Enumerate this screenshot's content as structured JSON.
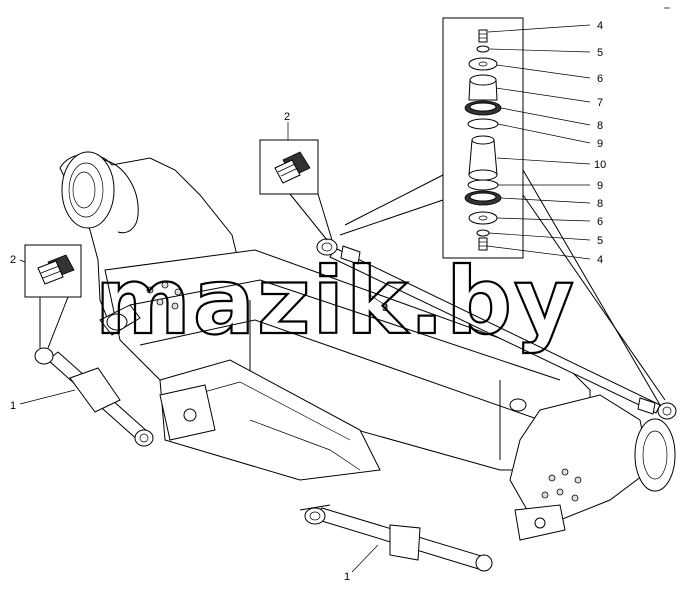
{
  "callouts": {
    "c1_left": "1",
    "c1_bottom": "1",
    "c2_left": "2",
    "c2_top": "2",
    "c3": "3",
    "s4_top": "4",
    "s5_top": "5",
    "s6_top": "6",
    "s7": "7",
    "s8_top": "8",
    "s9_top": "9",
    "s10": "10",
    "s9_bottom": "9",
    "s8_bottom": "8",
    "s6_bottom": "6",
    "s5_bottom": "5",
    "s4_bottom": "4"
  },
  "watermark": "mazik.by"
}
